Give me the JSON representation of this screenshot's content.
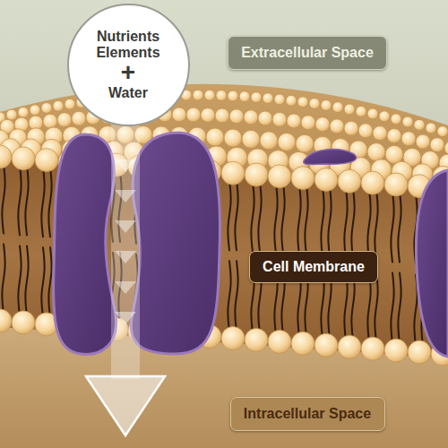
{
  "diagram": {
    "nodes": [
      {
        "text": [
          "Nutrients Elements",
          "+",
          "Water"
        ]
      },
      {
        "text": [
          "Extracellular Space"
        ]
      },
      {
        "text": [
          "Cell Membrane"
        ]
      },
      {
        "text": [
          "Intracellular Space"
        ]
      }
    ]
  }
}
